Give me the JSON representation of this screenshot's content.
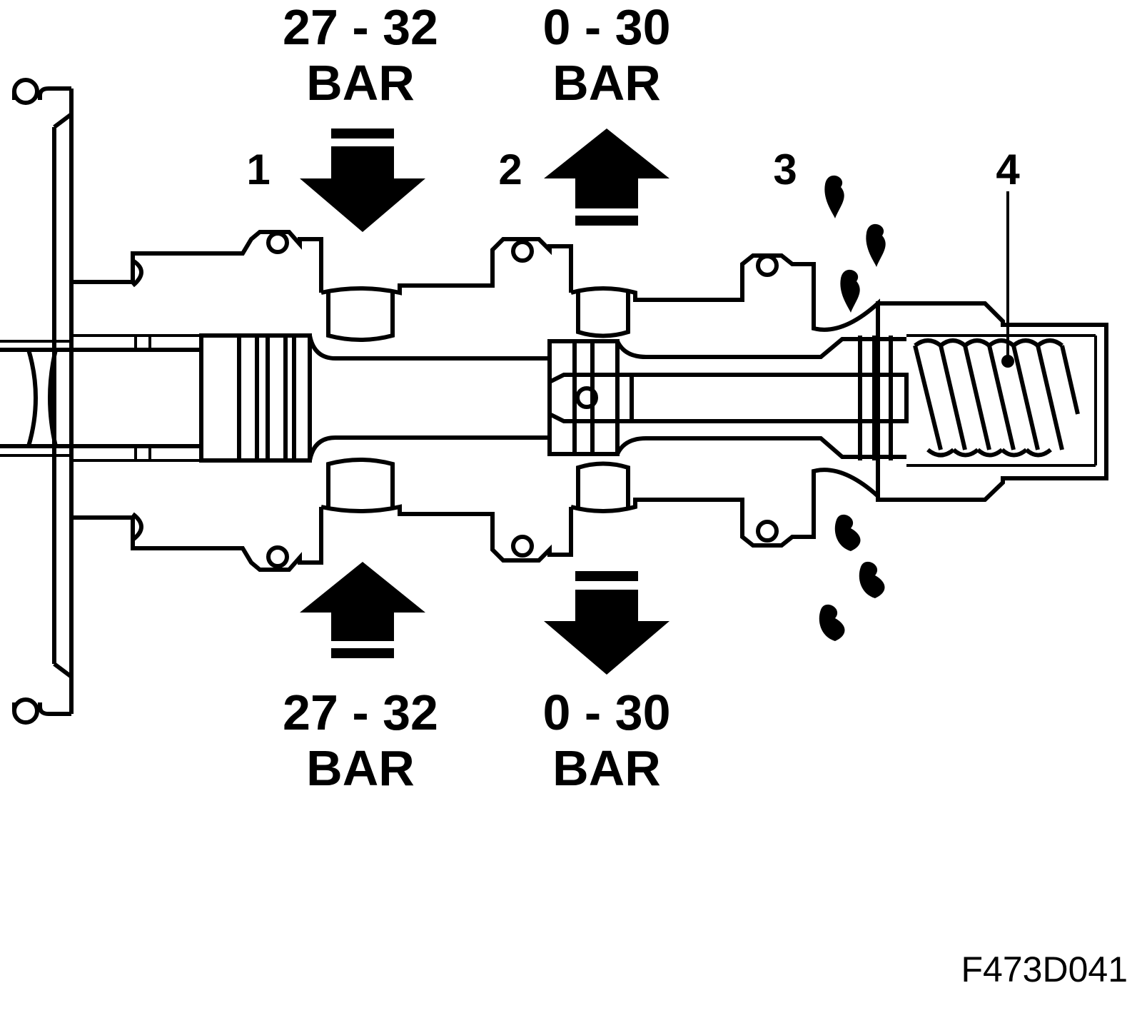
{
  "labels": {
    "port_1_top_value": "27 - 32",
    "port_1_top_unit": "BAR",
    "port_2_top_value": "0 - 30",
    "port_2_top_unit": "BAR",
    "port_1_bottom_value": "27 - 32",
    "port_1_bottom_unit": "BAR",
    "port_2_bottom_value": "0 - 30",
    "port_2_bottom_unit": "BAR"
  },
  "callouts": {
    "c1": "1",
    "c2": "2",
    "c3": "3",
    "c4": "4"
  },
  "figure_ref": "F473D041",
  "colors": {
    "ink": "#000000",
    "background": "#ffffff"
  }
}
